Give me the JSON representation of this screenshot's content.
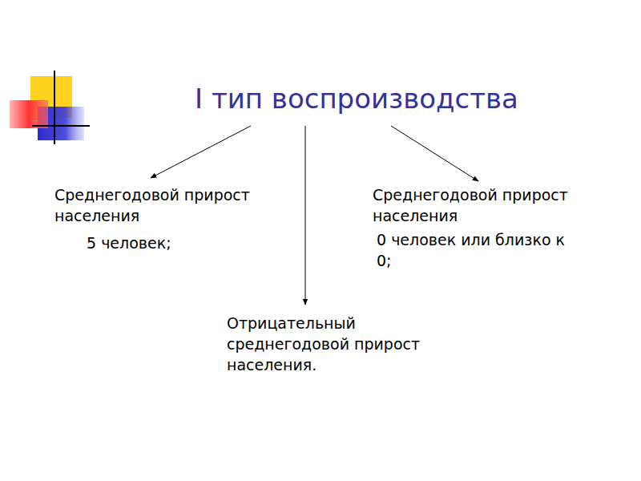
{
  "diagram": {
    "nodes": [
      {
        "text": [
          "I тип воспроизводства"
        ]
      },
      {
        "text": [
          "Среднегодовой прирост населения",
          "5 человек;"
        ]
      },
      {
        "text": [
          "Отрицательный среднегодовой прирост населения."
        ]
      },
      {
        "text": [
          "Среднегодовой прирост населения",
          "0 человек или близко к 0;"
        ]
      }
    ],
    "edges": [
      {
        "from": 0,
        "to": 1,
        "arrow": "to"
      },
      {
        "from": 0,
        "to": 2,
        "arrow": "to"
      },
      {
        "from": 0,
        "to": 3,
        "arrow": "to"
      }
    ]
  }
}
